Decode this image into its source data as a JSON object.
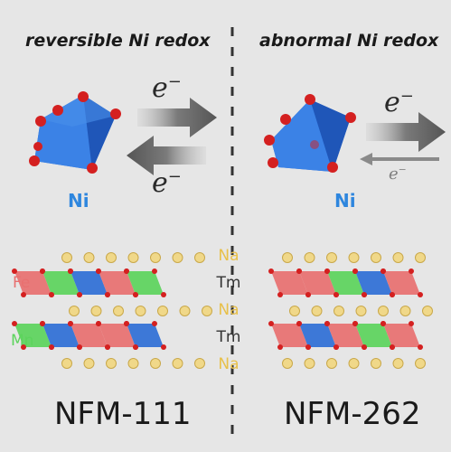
{
  "left_panel": {
    "title": "reversible Ni redox",
    "ni_label": "Ni",
    "electron_top": "e",
    "electron_bottom": "e",
    "electron_sup": "−",
    "material": "NFM-111",
    "fe_label": "Fe",
    "mn_label": "Mn"
  },
  "right_panel": {
    "title": "abnormal Ni redox",
    "ni_label": "Ni",
    "electron_top": "e",
    "electron_bottom": "e",
    "electron_sup": "−",
    "material": "NFM-262"
  },
  "middle_labels": [
    "Na",
    "Tm",
    "Na",
    "Tm",
    "Na"
  ],
  "colors": {
    "background": "#e6e6e6",
    "ni_blue": "#2e86de",
    "na_yellow": "#e8c04a",
    "fe_pink": "#e87070",
    "mn_green": "#5cd45c",
    "octahedron_blue": "#2f6fd6",
    "oxygen_red": "#d42020"
  }
}
